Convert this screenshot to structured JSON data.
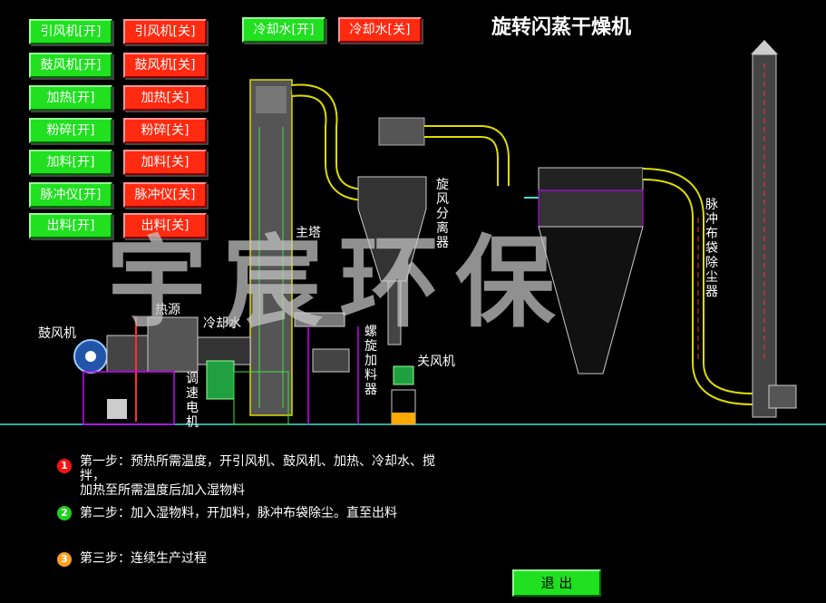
{
  "title": "旋转闪蒸干燥机",
  "buttons": {
    "fan_on": "引风机[开]",
    "fan_off": "引风机[关]",
    "blower_on": "鼓风机[开]",
    "blower_off": "鼓风机[关]",
    "heat_on": "加热[开]",
    "heat_off": "加热[关]",
    "crush_on": "粉碎[开]",
    "crush_off": "粉碎[关]",
    "feed_on": "加料[开]",
    "feed_off": "加料[关]",
    "pulse_on": "脉冲仪[开]",
    "pulse_off": "脉冲仪[关]",
    "discharge_on": "出料[开]",
    "discharge_off": "出料[关]",
    "cool_on": "冷却水[开]",
    "cool_off": "冷却水[关]"
  },
  "diagram_labels": {
    "main_tower": "主塔",
    "heat_source": "热源",
    "cooling_water": "冷却水",
    "blower": "鼓风机",
    "cyclone": "旋风分离器",
    "screw_feeder": "螺旋加料器",
    "valve_fan": "关风机",
    "speed_motor": "调速电机",
    "bag_filter": "脉冲布袋除尘器"
  },
  "watermark": "宇宸环保",
  "steps": [
    {
      "num": "1",
      "color": "#ff1010",
      "text": "第一步：预热所需温度，开引风机、鼓风机、加热、冷却水、搅拌，",
      "text2": "加热至所需温度后加入湿物料"
    },
    {
      "num": "2",
      "color": "#20d020",
      "text": "第二步：加入湿物料，开加料，脉冲布袋除尘。直至出料"
    },
    {
      "num": "3",
      "color": "#ffa020",
      "text": "第三步：连续生产过程"
    }
  ],
  "exit_label": "退 出"
}
